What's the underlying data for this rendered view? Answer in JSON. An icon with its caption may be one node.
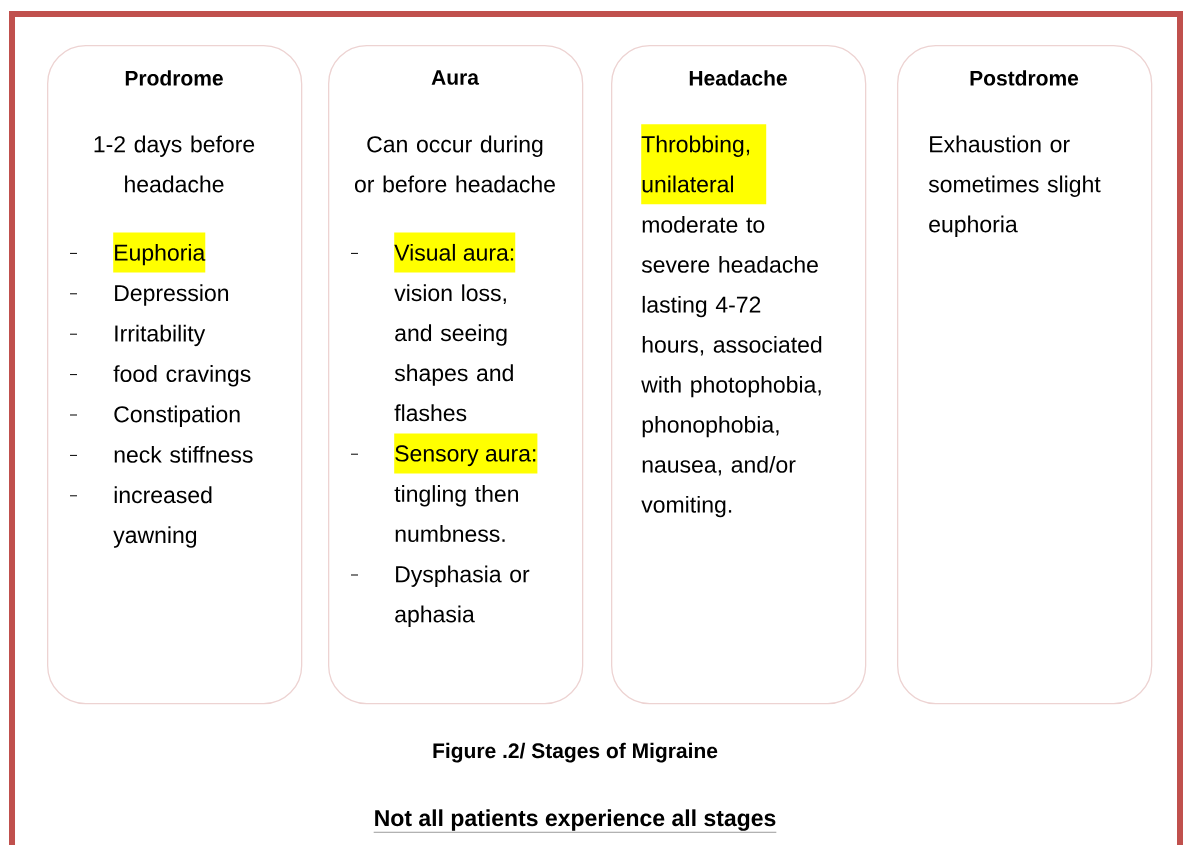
{
  "diagram": {
    "caption": "Figure .2/ Stages of Migraine",
    "nodes": [
      {
        "text": [
          "Prodrome",
          "1-2 days before headache",
          "Euphoria",
          "Depression",
          "Irritability",
          "food cravings",
          "Constipation",
          "neck stiffness",
          "increased yawning"
        ]
      },
      {
        "text": [
          "Aura",
          "Can occur during or before headache",
          "Visual aura:",
          "vision loss, and seeing shapes and flashes",
          "Sensory aura:",
          "tingling then numbness.",
          "Dysphasia or aphasia"
        ]
      },
      {
        "text": [
          "Headache",
          "Throbbing, unilateral",
          "moderate to severe headache lasting 4-72 hours, associated with photophobia, phonophobia, nausea, and/or vomiting."
        ]
      },
      {
        "text": [
          "Postdrome",
          "Exhaustion or sometimes slight euphoria"
        ]
      }
    ],
    "labels": [
      "Not all patients experience all stages"
    ]
  }
}
